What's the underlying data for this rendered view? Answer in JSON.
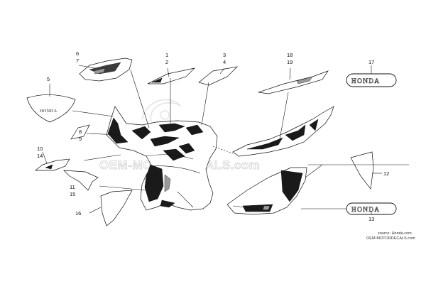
{
  "callouts": {
    "c1": "1",
    "c2": "2",
    "c3": "3",
    "c4": "4",
    "c5": "5",
    "c6": "6",
    "c7": "7",
    "c8": "8",
    "c9": "9",
    "c10": "10",
    "c11": "11",
    "c12": "12",
    "c13": "13",
    "c14": "14",
    "c15": "15",
    "c16": "16",
    "c17": "17",
    "c18": "18",
    "c19": "19"
  },
  "brand_labels": {
    "emblem_large": "HONDA",
    "emblem_small": "HONDA",
    "screen_emblem": "HONDA"
  },
  "watermark": {
    "text": "OEM-MOTORDECALS.com"
  },
  "source": {
    "line1": "source: Honda.com",
    "line2": "OEM-MOTORDECALS.com"
  },
  "icons": [
    "watermark-logo-icon"
  ]
}
